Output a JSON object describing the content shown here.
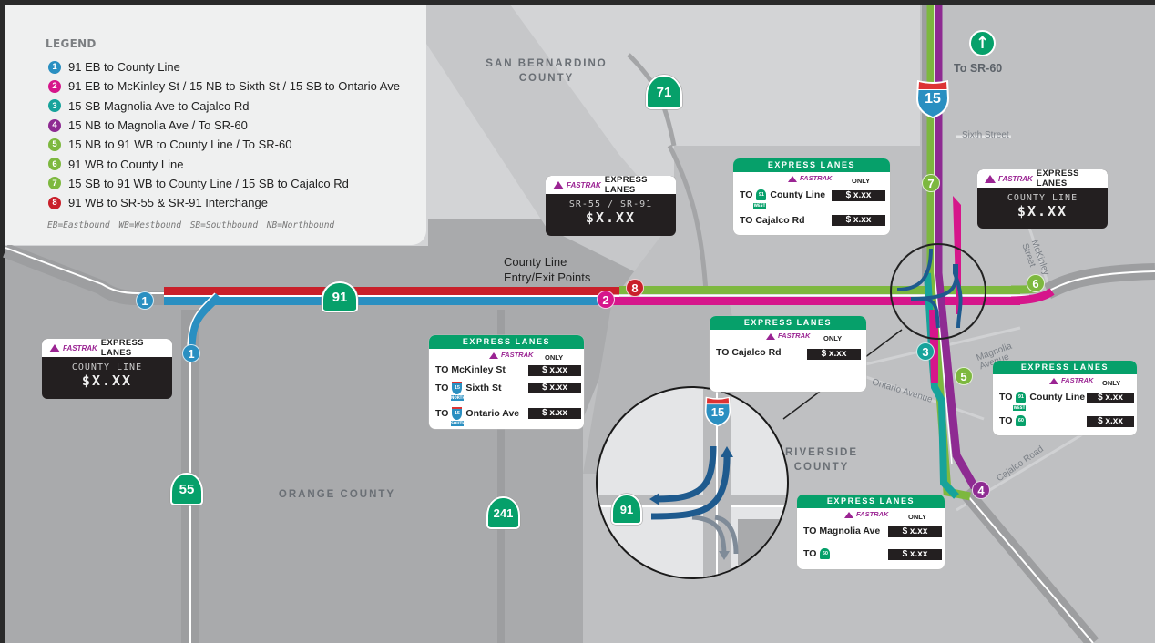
{
  "legend": {
    "title": "LEGEND",
    "items": [
      {
        "num": "1",
        "color": "#2a8fc1",
        "label": "91 EB to County Line"
      },
      {
        "num": "2",
        "color": "#d6168b",
        "label": "91 EB to McKinley St / 15 NB to Sixth St / 15 SB to Ontario Ave"
      },
      {
        "num": "3",
        "color": "#17a39b",
        "label": "15 SB Magnolia Ave to Cajalco Rd"
      },
      {
        "num": "4",
        "color": "#8e2b92",
        "label": "15 NB to Magnolia Ave / To SR-60"
      },
      {
        "num": "5",
        "color": "#7db83f",
        "label": "15 NB to 91 WB to County Line / To SR-60"
      },
      {
        "num": "6",
        "color": "#7db83f",
        "label": "91 WB to County Line"
      },
      {
        "num": "7",
        "color": "#7db83f",
        "label": "15 SB to 91 WB to County Line / 15 SB to Cajalco Rd"
      },
      {
        "num": "8",
        "color": "#c9202a",
        "label": "91 WB to SR-55 & SR-91 Interchange"
      }
    ],
    "abbreviations": "EB=Eastbound WB=Westbound SB=Southbound NB=Northbound"
  },
  "counties": {
    "san_bernardino": [
      "SAN BERNARDINO",
      "COUNTY"
    ],
    "orange": "ORANGE COUNTY",
    "riverside": [
      "RIVERSIDE",
      "COUNTY"
    ]
  },
  "streets": {
    "sixth": "Sixth Street",
    "mckinley": [
      "McKinley",
      "Street"
    ],
    "magnolia": [
      "Magnolia",
      "Avenue"
    ],
    "ontario": "Ontario Avenue",
    "cajalco": "Cajalco Road"
  },
  "entry_exit_label": [
    "County Line",
    "Entry/Exit Points"
  ],
  "to_sr60": "To SR-60",
  "shields": {
    "sr91": "91",
    "sr71": "71",
    "sr55": "55",
    "sr241": "241",
    "i15": "15",
    "inset_i15": "15",
    "inset_sr91": "91"
  },
  "markers": [
    "1",
    "1",
    "2",
    "8",
    "7",
    "6",
    "3",
    "5",
    "4"
  ],
  "colors": {
    "teal_blue": "#2a8fc1",
    "red": "#c9202a",
    "green": "#7db83f",
    "magenta": "#d6168b",
    "teal": "#17a39b",
    "purple": "#8e2b92",
    "sign_green": "#06a06a",
    "arrow_blue": "#1e5a8e"
  },
  "dms_signs": [
    {
      "brand": "FASTRAK",
      "header": "EXPRESS LANES",
      "line1": "COUNTY LINE",
      "line2": "$X.XX"
    },
    {
      "brand": "FASTRAK",
      "header": "EXPRESS LANES",
      "line1": "SR-55 / SR-91",
      "line2": "$X.XX"
    },
    {
      "brand": "FASTRAK",
      "header": "EXPRESS LANES",
      "line1": "COUNTY LINE",
      "line2": "$X.XX"
    }
  ],
  "toll_signs": {
    "a": {
      "header": "EXPRESS LANES",
      "brand": "FASTRAK",
      "only": "ONLY",
      "rows": [
        {
          "to": "TO",
          "dest": "McKinley St",
          "price": "$ x.xx"
        },
        {
          "to": "TO",
          "shield": "15",
          "tag": "NORTH",
          "dest": "Sixth St",
          "price": "$ x.xx"
        },
        {
          "to": "TO",
          "shield": "15",
          "tag": "SOUTH",
          "dest": "Ontario Ave",
          "price": "$ x.xx"
        }
      ]
    },
    "b": {
      "header": "EXPRESS LANES",
      "brand": "FASTRAK",
      "only": "ONLY",
      "rows": [
        {
          "to": "TO",
          "shield": "91",
          "tag": "WEST",
          "dest": "County Line",
          "price": "$ x.xx"
        },
        {
          "to": "TO",
          "dest": "Cajalco Rd",
          "price": "$ x.xx"
        }
      ]
    },
    "c": {
      "header": "EXPRESS LANES",
      "brand": "FASTRAK",
      "only": "ONLY",
      "rows": [
        {
          "to": "TO",
          "dest": "Cajalco Rd",
          "price": "$ x.xx"
        }
      ]
    },
    "d": {
      "header": "EXPRESS LANES",
      "brand": "FASTRAK",
      "only": "ONLY",
      "rows": [
        {
          "to": "TO",
          "shield": "91",
          "tag": "WEST",
          "dest": "County Line",
          "price": "$ x.xx"
        },
        {
          "to": "TO",
          "shield": "60",
          "price": "$ x.xx"
        }
      ]
    },
    "e": {
      "header": "EXPRESS LANES",
      "brand": "FASTRAK",
      "only": "ONLY",
      "rows": [
        {
          "to": "TO",
          "dest": "Magnolia Ave",
          "price": "$ x.xx"
        },
        {
          "to": "TO",
          "shield": "60",
          "price": "$ x.xx"
        }
      ]
    }
  }
}
